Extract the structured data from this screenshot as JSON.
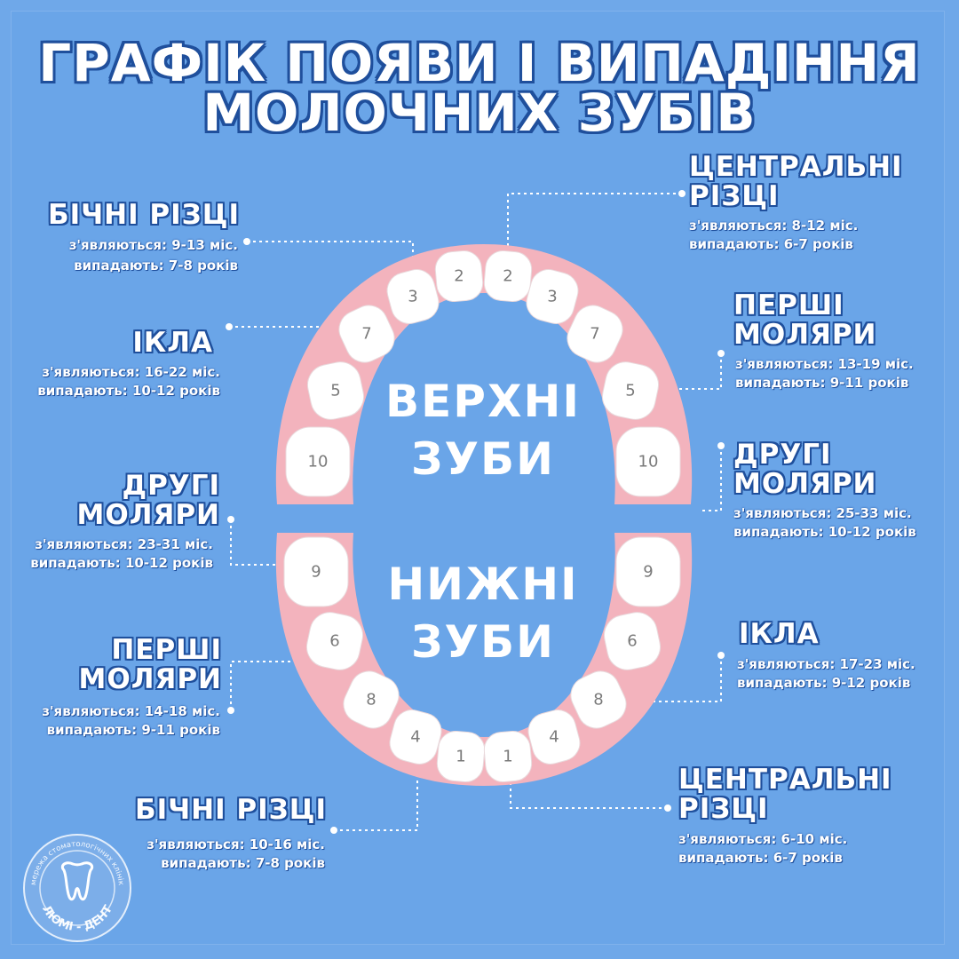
{
  "title": {
    "line1": "ГРАФІК ПОЯВИ І ВИПАДІННЯ",
    "line2": "МОЛОЧНИХ ЗУБІВ"
  },
  "center": {
    "upper": {
      "line1": "ВЕРХНІ",
      "line2": "ЗУБИ"
    },
    "lower": {
      "line1": "НИЖНІ",
      "line2": "ЗУБИ"
    }
  },
  "groups": [
    {
      "id": "upper-lateral-incisors",
      "name1": "БІЧНІ РІЗЦІ",
      "name2": "",
      "appear": "з'являються: 9-13 міс.",
      "fall": "випадають: 7-8 років"
    },
    {
      "id": "upper-central-incisors",
      "name1": "ЦЕНТРАЛЬНІ",
      "name2": "РІЗЦІ",
      "appear": "з'являються: 8-12 міс.",
      "fall": "випадають: 6-7 років"
    },
    {
      "id": "upper-canines",
      "name1": "ІКЛА",
      "name2": "",
      "appear": "з'являються: 16-22 міс.",
      "fall": "випадають: 10-12 років"
    },
    {
      "id": "upper-first-molars",
      "name1": "ПЕРШІ",
      "name2": "МОЛЯРИ",
      "appear": "з'являються: 13-19 міс.",
      "fall": "випадають: 9-11 років"
    },
    {
      "id": "upper-second-molars",
      "name1": "ДРУГІ",
      "name2": "МОЛЯРИ",
      "appear": "з'являються: 25-33 міс.",
      "fall": "випадають: 10-12 років"
    },
    {
      "id": "lower-second-molars",
      "name1": "ДРУГІ",
      "name2": "МОЛЯРИ",
      "appear": "з'являються: 23-31 міс.",
      "fall": "випадають: 10-12 років"
    },
    {
      "id": "lower-first-molars",
      "name1": "ПЕРШІ",
      "name2": "МОЛЯРИ",
      "appear": "з'являються: 14-18 міс.",
      "fall": "випадають: 9-11 років"
    },
    {
      "id": "lower-canines",
      "name1": "ІКЛА",
      "name2": "",
      "appear": "з'являються: 17-23 міс.",
      "fall": "випадають: 9-12 років"
    },
    {
      "id": "lower-lateral-incisors",
      "name1": "БІЧНІ РІЗЦІ",
      "name2": "",
      "appear": "з'являються: 10-16 міс.",
      "fall": "випадають: 7-8 років"
    },
    {
      "id": "lower-central-incisors",
      "name1": "ЦЕНТРАЛЬНІ",
      "name2": "РІЗЦІ",
      "appear": "з'являються: 6-10 міс.",
      "fall": "випадають: 6-7 років"
    }
  ],
  "upper_teeth": [
    "10",
    "5",
    "7",
    "3",
    "2",
    "2",
    "3",
    "7",
    "5",
    "10"
  ],
  "lower_teeth": [
    "9",
    "6",
    "8",
    "4",
    "1",
    "1",
    "4",
    "8",
    "6",
    "9"
  ],
  "logo": {
    "arc_text": "мережа стоматологічних клінік",
    "name": "ЛЮМІ - ДЕНТ",
    "icon": "tooth-logo-icon"
  },
  "colors": {
    "background": "#6aa5e8",
    "gum": "#f3b3bd",
    "outline": "#1f4f9c",
    "tooth": "#ffffff"
  }
}
